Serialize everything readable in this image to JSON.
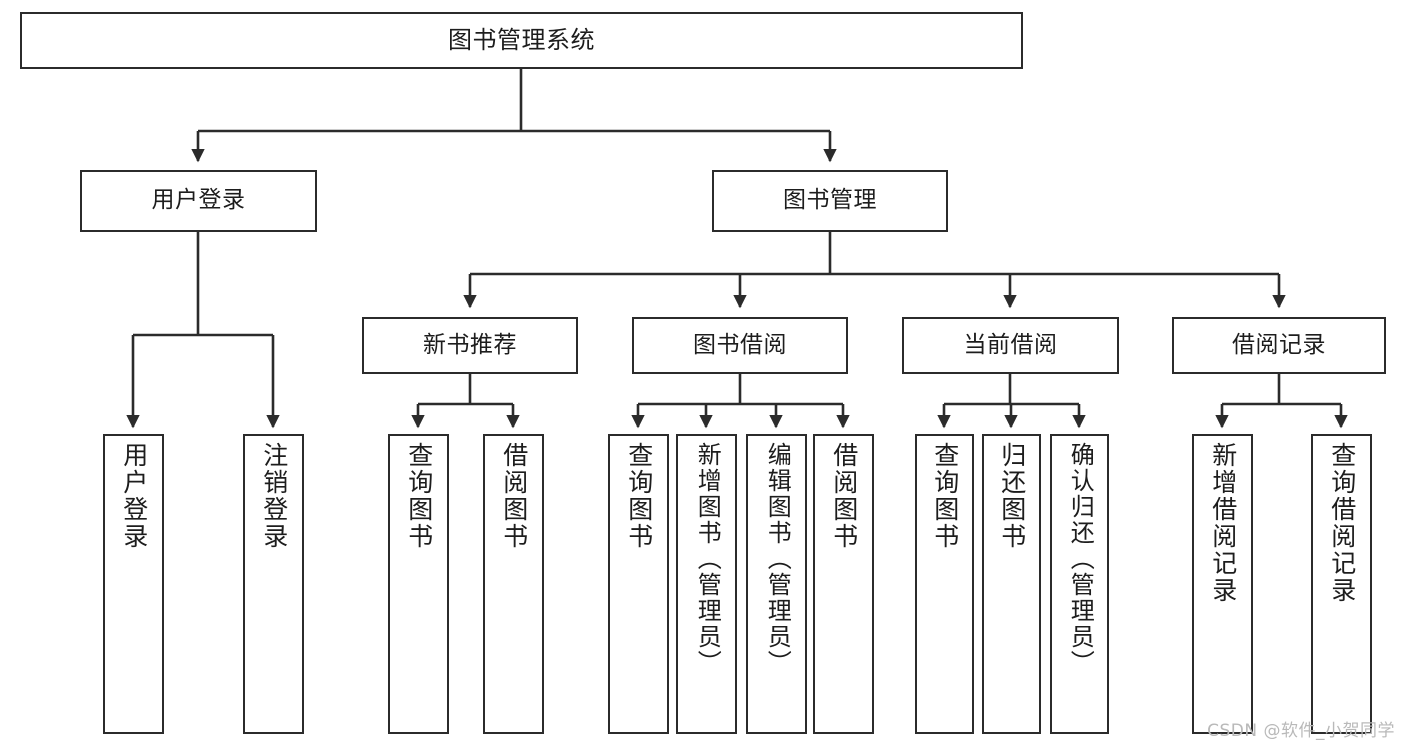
{
  "diagram": {
    "title": "图书管理系统",
    "type": "tree-hierarchy",
    "watermark": "CSDN @软件_小贺同学",
    "colors": {
      "box_border": "#2b2b2b",
      "box_fill": "#ffffff",
      "edge": "#2b2b2b",
      "text": "#1d1d1d",
      "watermark": "#b9b9b9",
      "background": "#ffffff"
    },
    "nodes": {
      "root": {
        "label": "图书管理系统",
        "orientation": "horizontal"
      },
      "level2": [
        {
          "id": "user-login",
          "label": "用户登录",
          "orientation": "horizontal"
        },
        {
          "id": "book-manage",
          "label": "图书管理",
          "orientation": "horizontal"
        }
      ],
      "level3": [
        {
          "id": "new-book-recommend",
          "label": "新书推荐",
          "orientation": "horizontal"
        },
        {
          "id": "book-borrow",
          "label": "图书借阅",
          "orientation": "horizontal"
        },
        {
          "id": "current-borrow",
          "label": "当前借阅",
          "orientation": "horizontal"
        },
        {
          "id": "borrow-record",
          "label": "借阅记录",
          "orientation": "horizontal"
        }
      ],
      "leaves": {
        "user-login": [
          {
            "id": "leaf-user-login",
            "label": "用户登录",
            "orientation": "vertical"
          },
          {
            "id": "leaf-logout-login",
            "label": "注销登录",
            "orientation": "vertical"
          }
        ],
        "new-book-recommend": [
          {
            "id": "leaf-query-book-1",
            "label": "查询图书",
            "orientation": "vertical"
          },
          {
            "id": "leaf-borrow-book-1",
            "label": "借阅图书",
            "orientation": "vertical"
          }
        ],
        "book-borrow": [
          {
            "id": "leaf-query-book-2",
            "label": "查询图书",
            "orientation": "vertical"
          },
          {
            "id": "leaf-add-book",
            "label": "新增图书（管理员）",
            "orientation": "vertical"
          },
          {
            "id": "leaf-edit-book",
            "label": "编辑图书（管理员）",
            "orientation": "vertical"
          },
          {
            "id": "leaf-borrow-book-2",
            "label": "借阅图书",
            "orientation": "vertical"
          }
        ],
        "current-borrow": [
          {
            "id": "leaf-query-book-3",
            "label": "查询图书",
            "orientation": "vertical"
          },
          {
            "id": "leaf-return-book",
            "label": "归还图书",
            "orientation": "vertical"
          },
          {
            "id": "leaf-confirm-return",
            "label": "确认归还（管理员）",
            "orientation": "vertical"
          }
        ],
        "borrow-record": [
          {
            "id": "leaf-add-record",
            "label": "新增借阅记录",
            "orientation": "vertical"
          },
          {
            "id": "leaf-query-record",
            "label": "查询借阅记录",
            "orientation": "vertical"
          }
        ]
      }
    }
  }
}
